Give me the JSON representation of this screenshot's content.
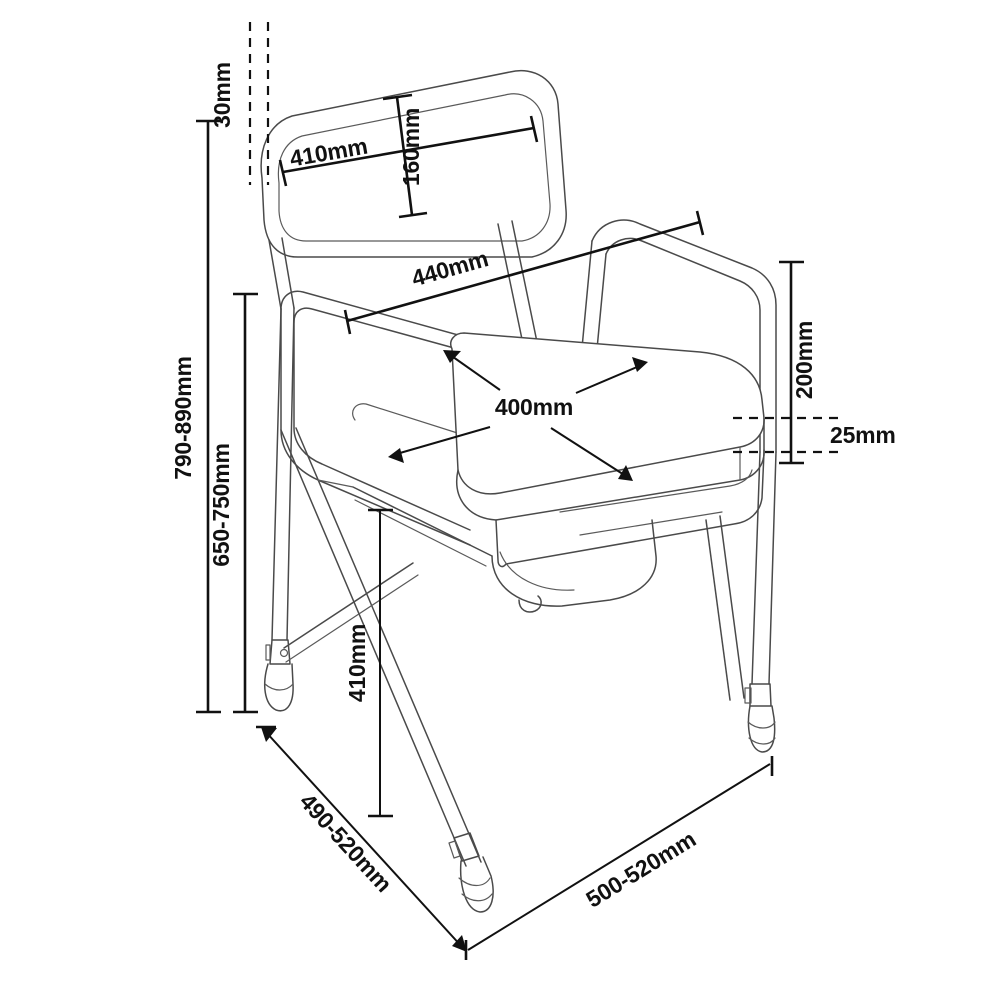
{
  "diagram": {
    "type": "technical-dimension-drawing",
    "subject": "adjustable-height-commode-chair",
    "background_color": "#ffffff",
    "outline_color": "#4a4a4a",
    "dimension_color": "#111111",
    "dimensions": {
      "backrest_gap": "30mm",
      "backrest_width": "410mm",
      "backrest_height": "160mm",
      "armrest_width": "440mm",
      "seat_width": "400mm",
      "armrest_height_above_seat": "200mm",
      "seat_thickness": "25mm",
      "total_height_min_max": "790-890mm",
      "seat_back_height_min_max": "650-750mm",
      "seat_height": "410mm",
      "depth_min_max": "490-520mm",
      "width_min_max": "500-520mm"
    },
    "labels": [
      {
        "id": "gap-30",
        "text": "30mm",
        "orientation": "vertical"
      },
      {
        "id": "backrest-height-160",
        "text": "160mm",
        "orientation": "vertical"
      },
      {
        "id": "backrest-width-410",
        "text": "410mm",
        "orientation": "rotated"
      },
      {
        "id": "armrest-width-440",
        "text": "440mm",
        "orientation": "rotated"
      },
      {
        "id": "seat-width-400",
        "text": "400mm",
        "orientation": "horizontal"
      },
      {
        "id": "armrest-height-200",
        "text": "200mm",
        "orientation": "vertical"
      },
      {
        "id": "seat-thickness-25",
        "text": "25mm",
        "orientation": "horizontal"
      },
      {
        "id": "total-height-790-890",
        "text": "790-890mm",
        "orientation": "vertical"
      },
      {
        "id": "back-height-650-750",
        "text": "650-750mm",
        "orientation": "vertical"
      },
      {
        "id": "seat-height-410",
        "text": "410mm",
        "orientation": "vertical"
      },
      {
        "id": "depth-490-520",
        "text": "490-520mm",
        "orientation": "rotated"
      },
      {
        "id": "width-500-520",
        "text": "500-520mm",
        "orientation": "rotated"
      }
    ]
  }
}
